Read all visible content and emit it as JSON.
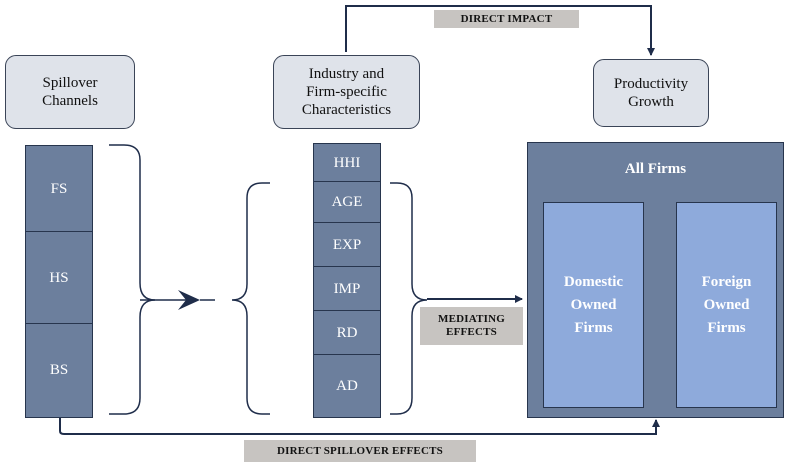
{
  "headers": {
    "spillover_channels": "Spillover\nChannels",
    "industry_characteristics": "Industry and\nFirm-specific\nCharacteristics",
    "productivity_growth": "Productivity\nGrowth"
  },
  "spillover_channels": [
    "FS",
    "HS",
    "BS"
  ],
  "characteristics": [
    "HHI",
    "AGE",
    "EXP",
    "IMP",
    "RD",
    "AD"
  ],
  "firms": {
    "all_firms": "All Firms",
    "domestic": "Domestic\nOwned\nFirms",
    "foreign": "Foreign\nOwned\nFirms"
  },
  "labels": {
    "direct_impact": "DIRECT IMPACT",
    "mediating_effects": "MEDIATING\nEFFECTS",
    "direct_spillover_effects": "DIRECT SPILLOVER EFFECTS"
  },
  "colors": {
    "box_fill": "#6c7f9d",
    "firm_fill": "#8eaadb",
    "header_fill": "#dfe3ea",
    "tag_fill": "#c7c4c1",
    "line": "#1f2d4a"
  }
}
